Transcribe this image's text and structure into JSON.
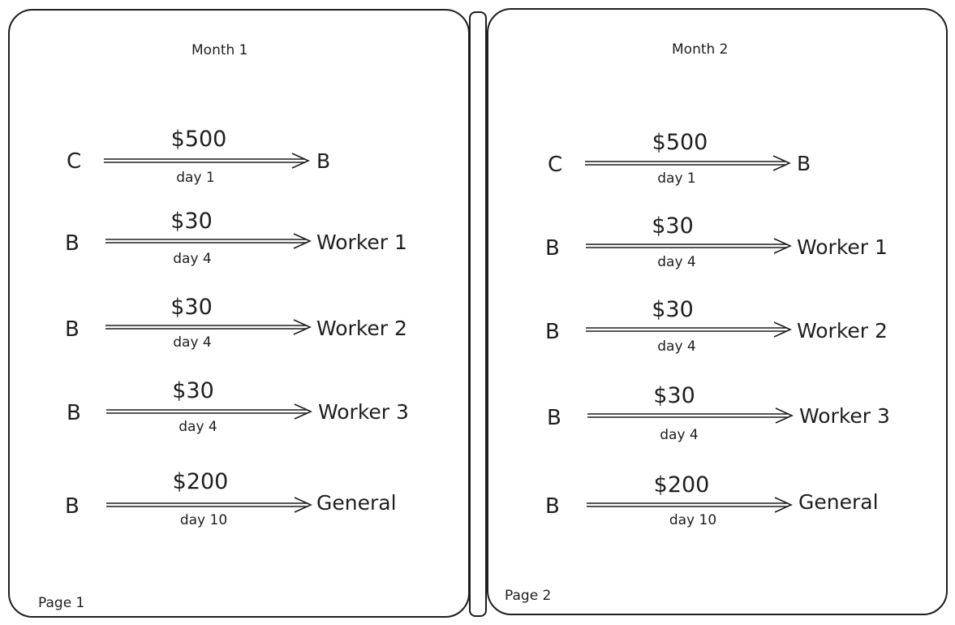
{
  "pages": [
    {
      "title": "Month 1",
      "footer": "Page 1",
      "rows": [
        {
          "from": "C",
          "amount": "$500",
          "day": "day 1",
          "to": "B"
        },
        {
          "from": "B",
          "amount": "$30",
          "day": "day 4",
          "to": "Worker 1"
        },
        {
          "from": "B",
          "amount": "$30",
          "day": "day 4",
          "to": "Worker 2"
        },
        {
          "from": "B",
          "amount": "$30",
          "day": "day 4",
          "to": "Worker 3"
        },
        {
          "from": "B",
          "amount": "$200",
          "day": "day 10",
          "to": "General"
        }
      ]
    },
    {
      "title": "Month 2",
      "footer": "Page 2",
      "rows": [
        {
          "from": "C",
          "amount": "$500",
          "day": "day 1",
          "to": "B"
        },
        {
          "from": "B",
          "amount": "$30",
          "day": "day 4",
          "to": "Worker 1"
        },
        {
          "from": "B",
          "amount": "$30",
          "day": "day 4",
          "to": "Worker 2"
        },
        {
          "from": "B",
          "amount": "$30",
          "day": "day 4",
          "to": "Worker 3"
        },
        {
          "from": "B",
          "amount": "$200",
          "day": "day 10",
          "to": "General"
        }
      ]
    }
  ]
}
